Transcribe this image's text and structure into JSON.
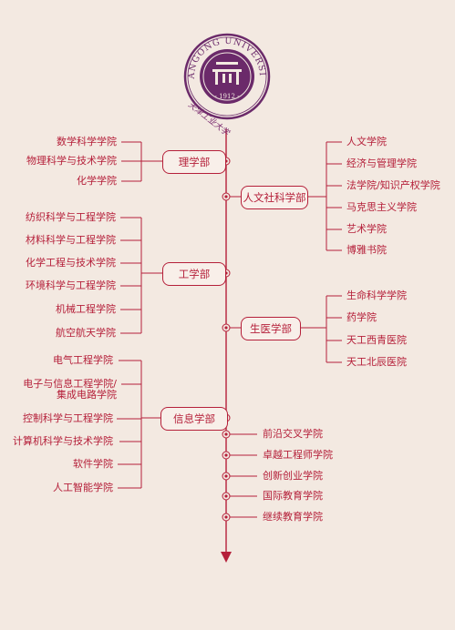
{
  "logo": {
    "university_name": "TIANGONG UNIVERSITY",
    "year": "1912",
    "chinese_signature": "天津工业大学"
  },
  "departments": {
    "science": "理学部",
    "humanities": "人文社科学部",
    "engineering": "工学部",
    "biomedical": "生医学部",
    "information": "信息学部"
  },
  "science_schools": [
    "数学科学学院",
    "物理科学与技术学院",
    "化学学院"
  ],
  "engineering_schools": [
    "纺织科学与工程学院",
    "材料科学与工程学院",
    "化学工程与技术学院",
    "环境科学与工程学院",
    "机械工程学院",
    "航空航天学院"
  ],
  "information_schools": [
    "电气工程学院",
    "电子与信息工程学院/",
    "集成电路学院",
    "控制科学与工程学院",
    "计算机科学与技术学院",
    "软件学院",
    "人工智能学院"
  ],
  "humanities_schools": [
    "人文学院",
    "经济与管理学院",
    "法学院/知识产权学院",
    "马克思主义学院",
    "艺术学院",
    "博雅书院"
  ],
  "biomedical_schools": [
    "生命科学学院",
    "药学院",
    "天工西青医院",
    "天工北辰医院"
  ],
  "independent_schools": [
    "前沿交叉学院",
    "卓越工程师学院",
    "创新创业学院",
    "国际教育学院",
    "继续教育学院"
  ],
  "colors": {
    "accent": "#b5203a",
    "purple": "#6b2a6a",
    "background": "#f3e9e1"
  }
}
